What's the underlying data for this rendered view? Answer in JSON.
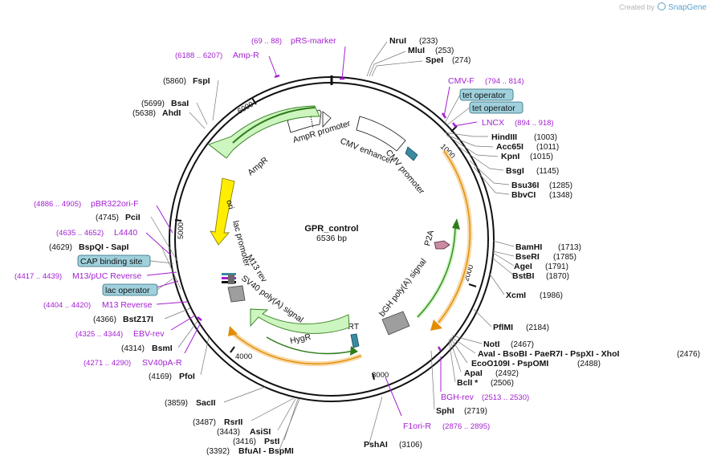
{
  "header": {
    "created_by": "Created by",
    "brand": "SnapGene"
  },
  "plasmid": {
    "name": "GPR_control",
    "size": "6536 bp"
  },
  "ticks": [
    "1000",
    "2000",
    "3000",
    "4000",
    "5000",
    "6000"
  ],
  "features": {
    "ampr_promoter": "AmpR promoter",
    "ampr": "AmpR",
    "ori": "ori",
    "cmv_enhancer": "CMV enhancer",
    "cmv_promoter": "CMV promoter",
    "lac_promoter": "lac promoter",
    "m13_rev": "M13 rev",
    "sv40_polya": "SV40 poly(A) signal",
    "hygr": "HygR",
    "frt": "FRT",
    "bgh_polya": "bGH poly(A) signal",
    "p2a": "P2A"
  },
  "boxed": {
    "tet_operator_1": "tet operator",
    "tet_operator_2": "tet operator",
    "cap_binding_site": "CAP binding site",
    "lac_operator": "lac operator"
  },
  "sites": {
    "nrui": {
      "name": "NruI",
      "pos": "(233)"
    },
    "mlui": {
      "name": "MluI",
      "pos": "(253)"
    },
    "spei": {
      "name": "SpeI",
      "pos": "(274)"
    },
    "hindiii": {
      "name": "HindIII",
      "pos": "(1003)"
    },
    "acc65i": {
      "name": "Acc65I",
      "pos": "(1011)"
    },
    "kpni": {
      "name": "KpnI",
      "pos": "(1015)"
    },
    "bsgi": {
      "name": "BsgI",
      "pos": "(1145)"
    },
    "bsu36i": {
      "name": "Bsu36I",
      "pos": "(1285)"
    },
    "bbvci": {
      "name": "BbvCI",
      "pos": "(1348)"
    },
    "bamhi": {
      "name": "BamHI",
      "pos": "(1713)"
    },
    "beseri": {
      "name": "BseRI",
      "pos": "(1785)"
    },
    "agei": {
      "name": "AgeI",
      "pos": "(1791)"
    },
    "bstbi": {
      "name": "BstBI",
      "pos": "(1870)"
    },
    "xcmi": {
      "name": "XcmI",
      "pos": "(1986)"
    },
    "pflmi": {
      "name": "PflMI",
      "pos": "(2184)"
    },
    "noti": {
      "name": "NotI",
      "pos": "(2467)"
    },
    "avai_line": {
      "name": "AvaI  -  BsoBI  -  PaeR7I  -  PspXI  -  XhoI",
      "pos": "(2476)"
    },
    "eco_line": {
      "name": "EcoO109I  -  PspOMI",
      "pos": "(2488)"
    },
    "apai": {
      "name": "ApaI",
      "pos": "(2492)"
    },
    "bcli": {
      "name": "BclI *",
      "pos": "(2506)"
    },
    "sphi": {
      "name": "SphI",
      "pos": "(2719)"
    },
    "pshai": {
      "name": "PshAI",
      "pos": "(3106)"
    },
    "bfuai": {
      "name": "BfuAI  -  BspMI",
      "pos": "(3392)"
    },
    "psti": {
      "name": "PstI",
      "pos": "(3416)"
    },
    "asisi": {
      "name": "AsiSI",
      "pos": "(3443)"
    },
    "rsrii": {
      "name": "RsrII",
      "pos": "(3487)"
    },
    "sacii": {
      "name": "SacII",
      "pos": "(3859)"
    },
    "pfoi": {
      "name": "PfoI",
      "pos": "(4169)"
    },
    "bsmi": {
      "name": "BsmI",
      "pos": "(4314)"
    },
    "bstz17i": {
      "name": "BstZ17I",
      "pos": "(4366)"
    },
    "bspqi": {
      "name": "BspQI   - SapI",
      "pos": "(4629)"
    },
    "pcii": {
      "name": "PciI",
      "pos": "(4745)"
    },
    "ahdi": {
      "name": "AhdI",
      "pos": "(5638)"
    },
    "bsai": {
      "name": "BsaI",
      "pos": "(5699)"
    },
    "fspi": {
      "name": "FspI",
      "pos": "(5860)"
    }
  },
  "primers": {
    "prs_marker": {
      "name": "pRS-marker",
      "pos": "(69 .. 88)"
    },
    "amp_r": {
      "name": "Amp-R",
      "pos": "(6188 .. 6207)"
    },
    "cmv_f": {
      "name": "CMV-F",
      "pos": "(794 .. 814)"
    },
    "lncx": {
      "name": "LNCX",
      "pos": "(894 .. 918)"
    },
    "pbr322ori_f": {
      "name": "pBR322ori-F",
      "pos": "(4886 .. 4905)"
    },
    "l4440": {
      "name": "L4440",
      "pos": "(4635 .. 4652)"
    },
    "m13_puc_reverse": {
      "name": "M13/pUC Reverse",
      "pos": "(4417 .. 4439)"
    },
    "m13_reverse": {
      "name": "M13 Reverse",
      "pos": "(4404 .. 4420)"
    },
    "ebv_rev": {
      "name": "EBV-rev",
      "pos": "(4325 .. 4344)"
    },
    "sv40pa_r": {
      "name": "SV40pA-R",
      "pos": "(4271 .. 4290)"
    },
    "bgh_rev": {
      "name": "BGH-rev",
      "pos": "(2513 .. 2530)"
    },
    "f1ori_r": {
      "name": "F1ori-R",
      "pos": "(2876 .. 2895)"
    }
  },
  "colors": {
    "backbone": "#111111",
    "primer": "#a31fd1",
    "ampr_fill": "#ccf5bf",
    "ampr_stroke": "#2f7d1a",
    "ori_fill": "#ffee00",
    "orange_fill": "#f7d9a8",
    "orange_stroke": "#e38c00",
    "gray_fill": "#9e9e9e",
    "p2a_fill": "#c98aa2",
    "frt_fill": "#3b8aa0",
    "box_fill": "#9fd0dc",
    "brand": "#5fa1c9"
  }
}
